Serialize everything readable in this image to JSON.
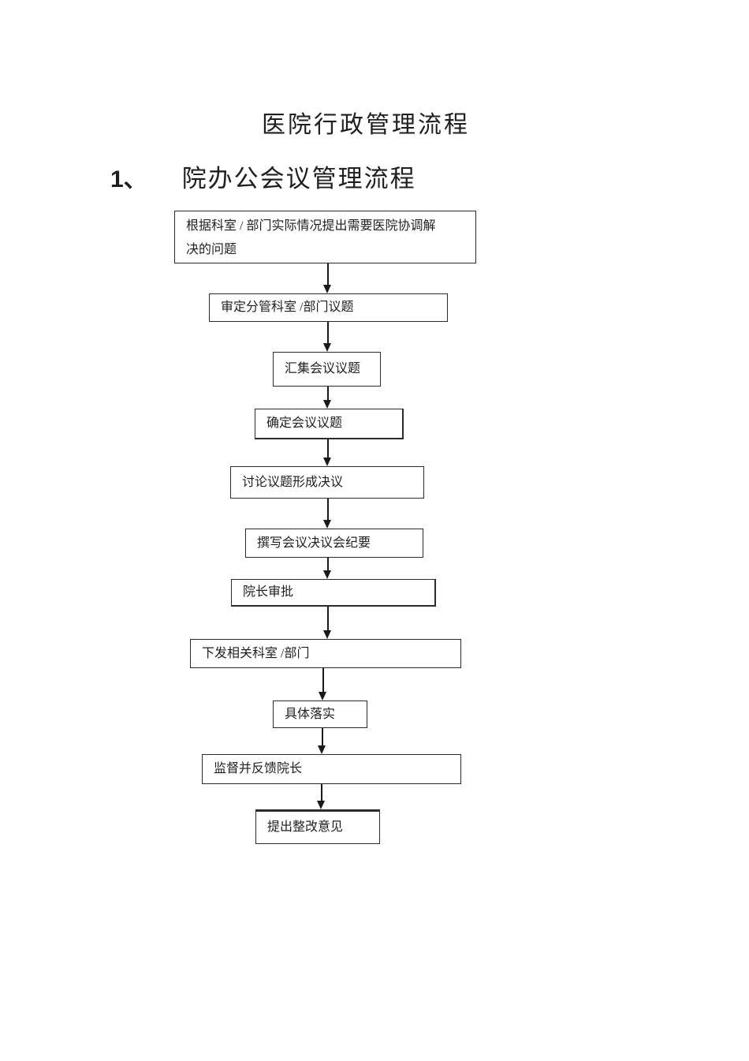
{
  "document": {
    "title": "医院行政管理流程",
    "section": {
      "number": "1、",
      "title": "院办公会议管理流程"
    }
  },
  "flowchart": {
    "colors": {
      "border": "#2b2b2b",
      "background": "#ffffff",
      "text": "#1f1f1f",
      "arrow": "#1a1a1a"
    },
    "nodes": [
      {
        "label": "根据科室 / 部门实际情况提出需要医院协调解\n决的问题"
      },
      {
        "label": "审定分管科室  /部门议题"
      },
      {
        "label": "汇集会议议题"
      },
      {
        "label": "确定会议议题"
      },
      {
        "label": "讨论议题形成决议"
      },
      {
        "label": "撰写会议决议会纪要"
      },
      {
        "label": "院长审批"
      },
      {
        "label": "下发相关科室  /部门"
      },
      {
        "label": "具体落实"
      },
      {
        "label": "监督并反馈院长"
      },
      {
        "label": "提出整改意见"
      }
    ]
  }
}
